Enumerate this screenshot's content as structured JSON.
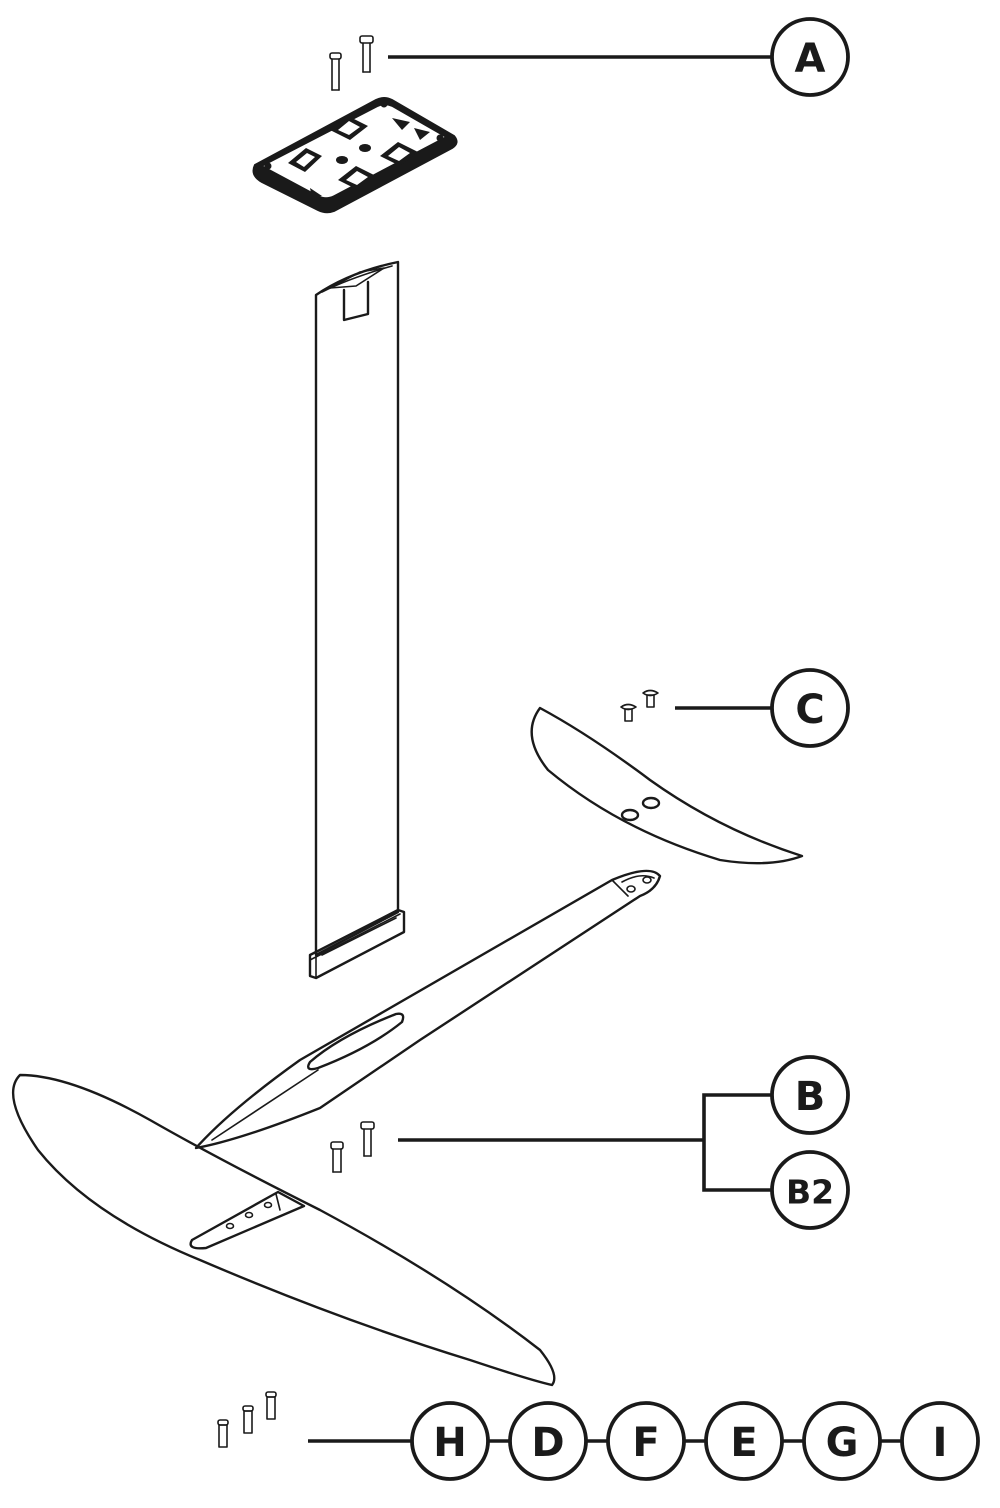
{
  "callouts": {
    "A": "A",
    "C": "C",
    "B": "B",
    "B2": "B2",
    "H": "H",
    "D": "D",
    "F": "F",
    "E": "E",
    "G": "G",
    "I": "I"
  },
  "colors": {
    "line": "#1a1a1a",
    "background": "#ffffff"
  }
}
